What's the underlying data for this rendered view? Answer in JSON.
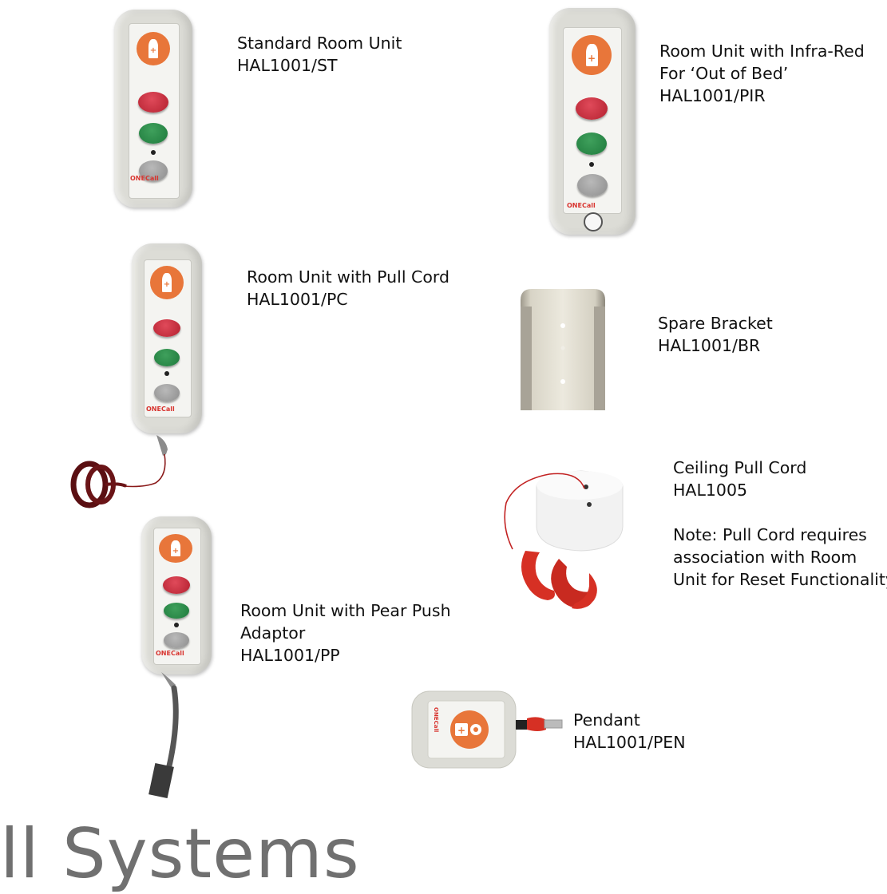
{
  "products": [
    {
      "name": "Standard Room Unit",
      "code": "HAL1001/ST"
    },
    {
      "name": "Room Unit with Infra-Red",
      "name2": "For ‘Out of Bed’",
      "code": "HAL1001/PIR"
    },
    {
      "name": "Room Unit with Pull Cord",
      "code": "HAL1001/PC"
    },
    {
      "name": "Spare Bracket",
      "code": "HAL1001/BR"
    },
    {
      "name": "Ceiling Pull Cord",
      "code": "HAL1005",
      "note1": "Note: Pull Cord requires",
      "note2": "association with Room",
      "note3": "Unit for Reset Functionality"
    },
    {
      "name": "Room Unit with Pear Push",
      "name2": "Adaptor",
      "code": "HAL1001/PP"
    },
    {
      "name": "Pendant",
      "code": "HAL1001/PEN"
    }
  ],
  "footer": {
    "text": "ll Systems"
  },
  "icons": [
    "room-unit-icon",
    "bracket-icon",
    "ceiling-pull-icon",
    "pendant-icon"
  ],
  "colors": {
    "accent": "#e8763a",
    "emergency": "#c22a3a",
    "attend": "#2a8a48",
    "reset": "#9c9c9c",
    "cord": "#d63024"
  }
}
